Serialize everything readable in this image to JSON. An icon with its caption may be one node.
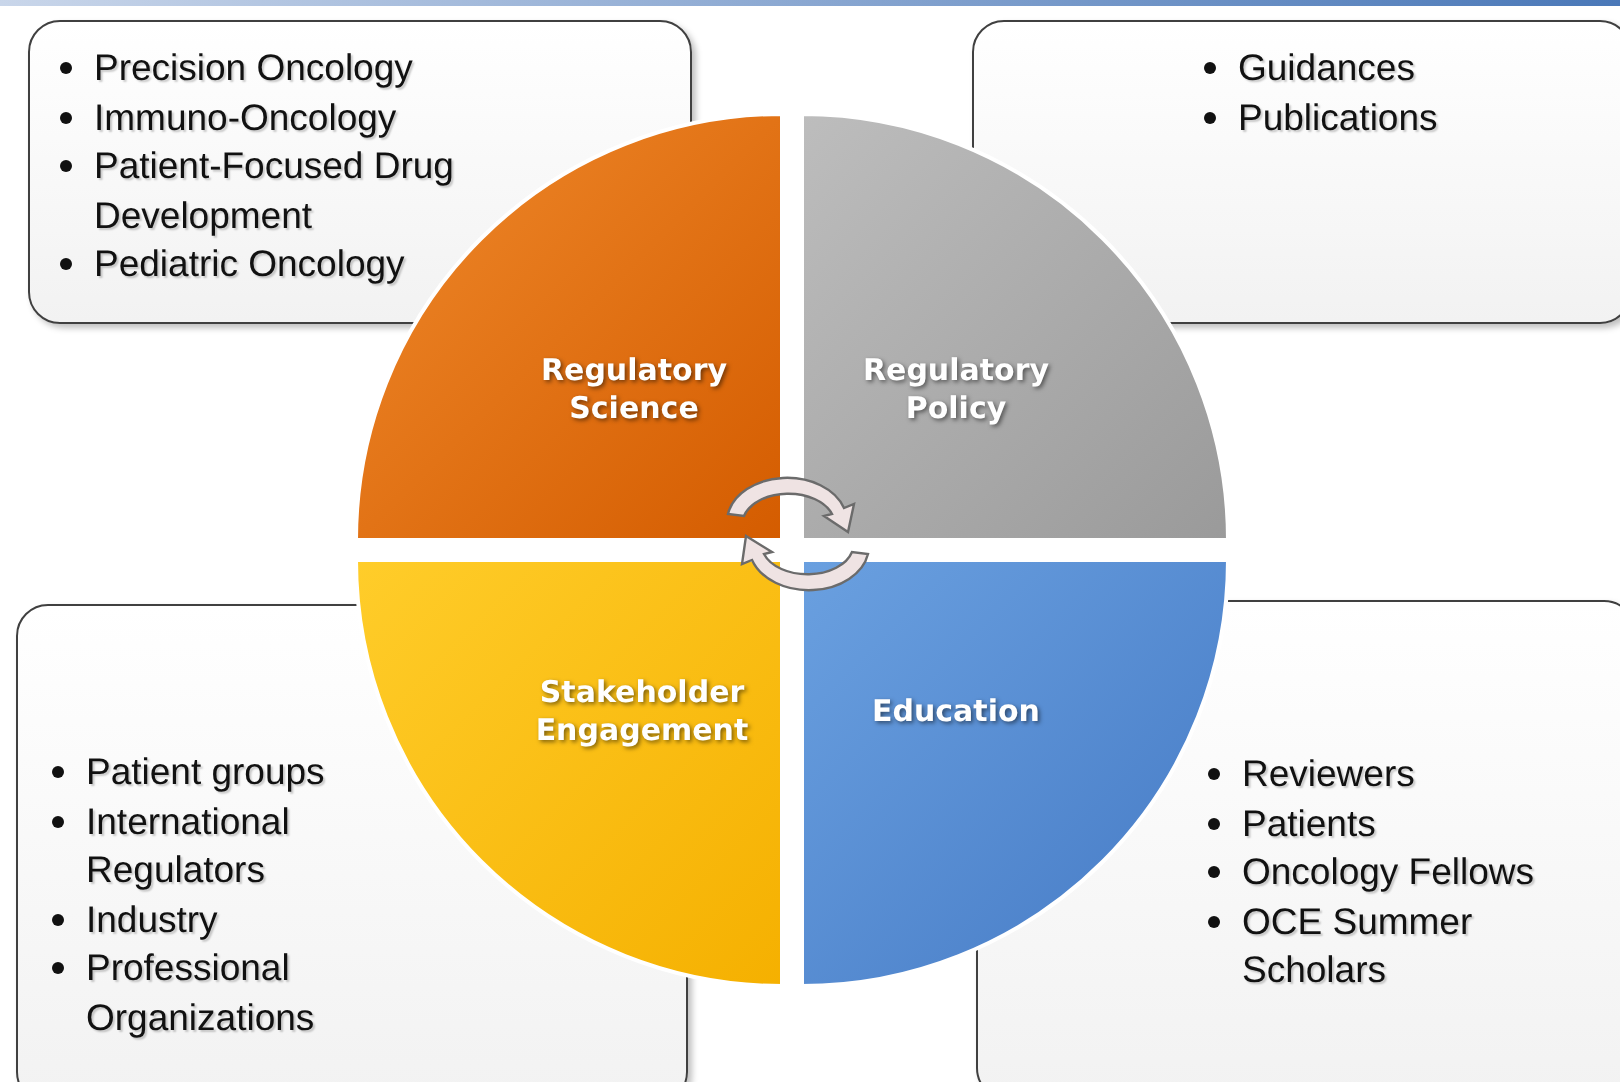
{
  "diagram": {
    "nodes": [
      {
        "text": [
          "Precision Oncology",
          "Immuno-Oncology",
          "Patient-Focused Drug Development",
          "Pediatric Oncology"
        ]
      },
      {
        "text": [
          "Guidances",
          "Publications"
        ]
      },
      {
        "text": [
          "Regulatory Science"
        ]
      },
      {
        "text": [
          "Regulatory Policy"
        ]
      },
      {
        "text": [
          "Stakeholder Engagement"
        ]
      },
      {
        "text": [
          "Education"
        ]
      },
      {
        "text": [
          "Patient groups",
          "International Regulators",
          "Industry",
          "Professional Organizations"
        ]
      },
      {
        "text": [
          "Reviewers",
          "Patients",
          "Oncology Fellows",
          "OCE Summer Scholars"
        ]
      }
    ]
  }
}
